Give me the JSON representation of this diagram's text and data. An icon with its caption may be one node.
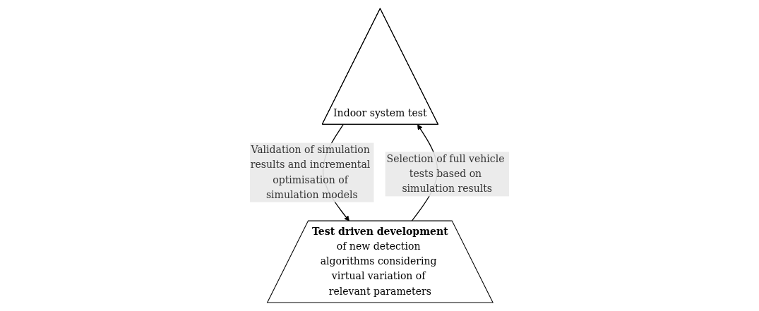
{
  "diagram": {
    "nodes": [
      {
        "text": [
          "Indoor system test"
        ]
      },
      {
        "text": [
          "Test driven development",
          "of new detection algorithms considering virtual variation of relevant parameters"
        ]
      }
    ],
    "edges": [
      {
        "from": 1,
        "to": 0,
        "arrow": "to",
        "label": "Selection of full vehicle tests based on simulation results"
      },
      {
        "from": 0,
        "to": 1,
        "arrow": "to",
        "label": "Validation of simulation results and incremental optimisation of simulation models"
      }
    ]
  }
}
